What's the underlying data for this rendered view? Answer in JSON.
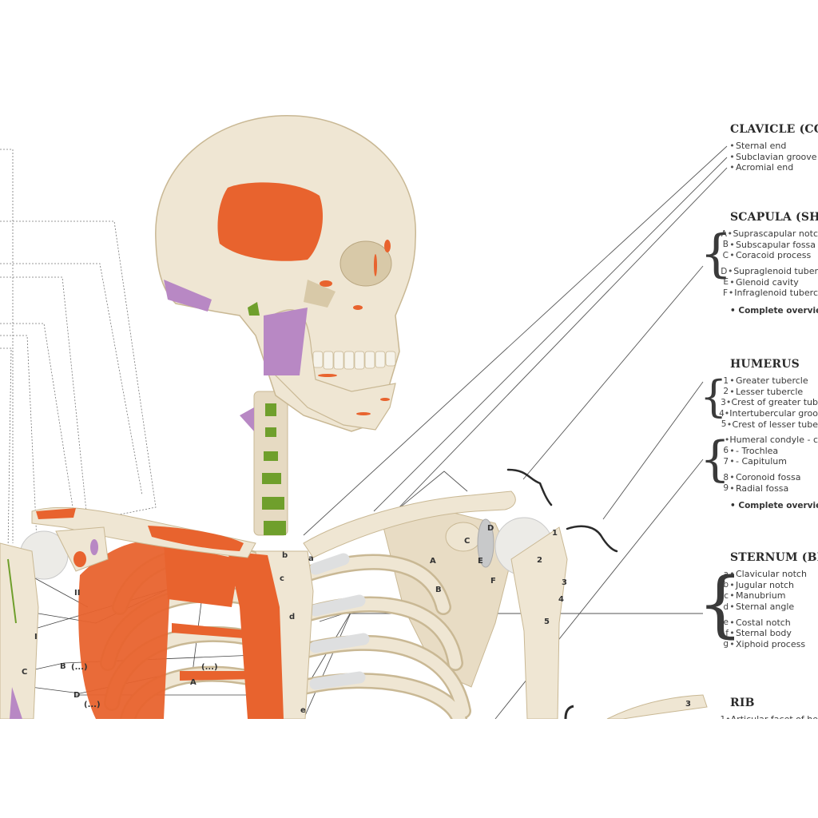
{
  "panels": {
    "clavicle": {
      "title": "CLAVICLE (COL",
      "items": [
        {
          "key": "",
          "text": "Sternal end"
        },
        {
          "key": "",
          "text": "Subclavian groove"
        },
        {
          "key": "",
          "text": "Acromial end"
        }
      ]
    },
    "scapula": {
      "title": "SCAPULA (SHOU",
      "items": [
        {
          "key": "A",
          "text": "Suprascapular notc"
        },
        {
          "key": "B",
          "text": "Subscapular fossa"
        },
        {
          "key": "C",
          "text": "Coracoid process"
        },
        {
          "key": "D",
          "text": "Supraglenoid tuber"
        },
        {
          "key": "E",
          "text": "Glenoid cavity"
        },
        {
          "key": "F",
          "text": "Infraglenoid tuberc"
        }
      ],
      "overview": "Complete overview"
    },
    "humerus": {
      "title": "HUMERUS",
      "items": [
        {
          "key": "1",
          "text": "Greater tubercle"
        },
        {
          "key": "2",
          "text": "Lesser tubercle"
        },
        {
          "key": "3",
          "text": "Crest of greater tub"
        },
        {
          "key": "4",
          "text": "Intertubercular groo"
        },
        {
          "key": "5",
          "text": "Crest of lesser tube"
        },
        {
          "key": "",
          "text": "Humeral condyle - c"
        },
        {
          "key": "6",
          "text": " - Trochlea"
        },
        {
          "key": "7",
          "text": " - Capitulum"
        },
        {
          "key": "8",
          "text": "Coronoid fossa"
        },
        {
          "key": "9",
          "text": "Radial fossa"
        }
      ],
      "overview": "Complete overview"
    },
    "sternum": {
      "title": "STERNUM (BRE",
      "items": [
        {
          "key": "a",
          "text": "Clavicular notch"
        },
        {
          "key": "b",
          "text": "Jugular notch"
        },
        {
          "key": "c",
          "text": "Manubrium"
        },
        {
          "key": "d",
          "text": "Sternal angle"
        },
        {
          "key": "e",
          "text": "Costal notch"
        },
        {
          "key": "f",
          "text": "Sternal body"
        },
        {
          "key": "g",
          "text": "Xiphoid process"
        }
      ]
    },
    "rib": {
      "title": "RIB",
      "items": [
        {
          "key": "1",
          "text": "Articular facet of he"
        }
      ]
    }
  },
  "markers": {
    "scapula_A": "A",
    "scapula_B": "B",
    "scapula_C": "C",
    "scapula_D": "D",
    "scapula_E": "E",
    "scapula_F": "F",
    "humerus_1": "1",
    "humerus_2": "2",
    "humerus_3": "3",
    "humerus_4": "4",
    "humerus_5": "5",
    "sternum_a": "a",
    "sternum_b": "b",
    "sternum_c": "c",
    "sternum_d": "d",
    "sternum_e": "e",
    "left_A": "A",
    "left_B": "B",
    "left_C": "C",
    "left_D": "D",
    "left_I": "I",
    "left_II": "II",
    "left_B_ell": "(...)",
    "left_D_ell": "(...)",
    "left_A_ell": "(...)",
    "rib_3": "3"
  },
  "colors": {
    "background": "#ffffff",
    "bone": "#efe6d3",
    "bone_shade": "#d9cbb0",
    "muscle_origin": "#e8632e",
    "muscle_insertion": "#b888c4",
    "ligament": "#6f9f2c",
    "cartilage": "#dedfe0",
    "text": "#3a3a3a"
  }
}
